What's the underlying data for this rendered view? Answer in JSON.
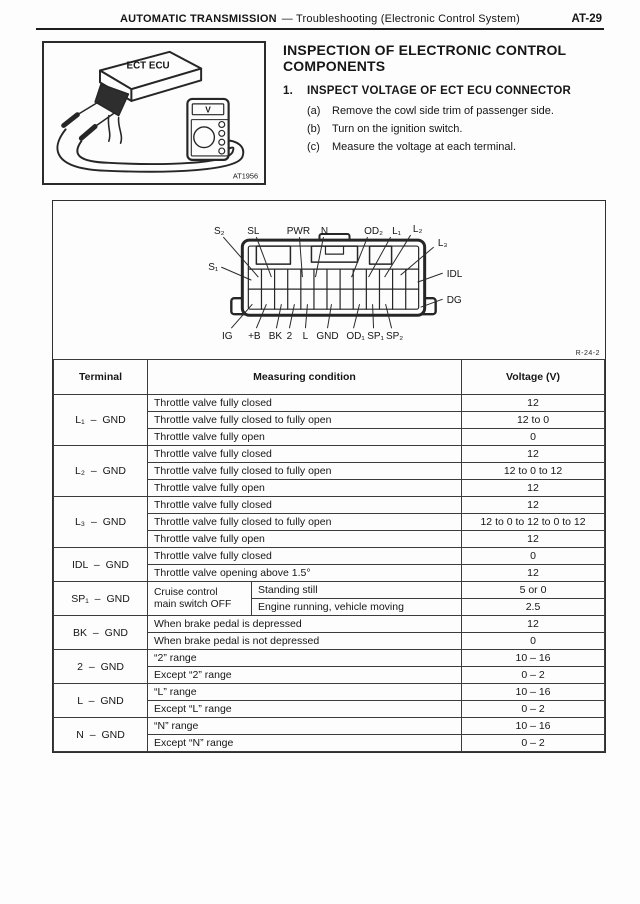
{
  "page_header": {
    "section": "AUTOMATIC TRANSMISSION",
    "subtitle": "— Troubleshooting (Electronic Control System)",
    "page_number": "AT-29"
  },
  "figure": {
    "device_label": "ECT ECU",
    "meter_label": "V",
    "code": "AT1956"
  },
  "content": {
    "title": "INSPECTION OF ELECTRONIC CONTROL COMPONENTS",
    "step_number": "1.",
    "step_heading": "INSPECT VOLTAGE OF ECT ECU CONNECTOR",
    "substeps": [
      {
        "label": "(a)",
        "text": "Remove the cowl side trim of passenger side."
      },
      {
        "label": "(b)",
        "text": "Turn on the ignition switch."
      },
      {
        "label": "(c)",
        "text": "Measure the voltage at each terminal."
      }
    ]
  },
  "diagram": {
    "code": "R-24-2",
    "pins": [
      {
        "label": "S₂"
      },
      {
        "label": "SL"
      },
      {
        "label": "PWR"
      },
      {
        "label": "N"
      },
      {
        "label": "OD₂"
      },
      {
        "label": "L₁"
      },
      {
        "label": "L₂"
      },
      {
        "label": "L₃"
      },
      {
        "label": "S₁"
      },
      {
        "label": "IDL"
      },
      {
        "label": "DG"
      },
      {
        "label": "IG"
      },
      {
        "label": "+B"
      },
      {
        "label": "BK"
      },
      {
        "label": "2"
      },
      {
        "label": "L"
      },
      {
        "label": "GND"
      },
      {
        "label": "OD₁"
      },
      {
        "label": "SP₁"
      },
      {
        "label": "SP₂"
      }
    ]
  },
  "table": {
    "headers": [
      "Terminal",
      "Measuring condition",
      "Voltage (V)"
    ],
    "groups": [
      {
        "terminal": "L₁ – GND",
        "rows": [
          [
            "Throttle valve fully closed",
            "12"
          ],
          [
            "Throttle valve fully closed to fully open",
            "12 to 0"
          ],
          [
            "Throttle valve fully open",
            "0"
          ]
        ]
      },
      {
        "terminal": "L₂ – GND",
        "rows": [
          [
            "Throttle valve fully closed",
            "12"
          ],
          [
            "Throttle valve fully closed to fully open",
            "12 to 0 to 12"
          ],
          [
            "Throttle valve fully open",
            "12"
          ]
        ]
      },
      {
        "terminal": "L₃ – GND",
        "rows": [
          [
            "Throttle valve fully closed",
            "12"
          ],
          [
            "Throttle valve fully closed to fully open",
            "12 to 0 to 12 to 0 to 12"
          ],
          [
            "Throttle valve fully open",
            "12"
          ]
        ]
      },
      {
        "terminal": "IDL – GND",
        "rows": [
          [
            "Throttle valve fully closed",
            "0"
          ],
          [
            "Throttle valve opening above 1.5°",
            "12"
          ]
        ]
      },
      {
        "terminal": "SP₁ – GND",
        "sub_label": "Cruise control\nmain switch OFF",
        "rows": [
          [
            "Standing still",
            "5 or 0"
          ],
          [
            "Engine running, vehicle moving",
            "2.5"
          ]
        ]
      },
      {
        "terminal": "BK – GND",
        "rows": [
          [
            "When brake pedal is depressed",
            "12"
          ],
          [
            "When brake pedal is not depressed",
            "0"
          ]
        ]
      },
      {
        "terminal": "2 – GND",
        "rows": [
          [
            "“2” range",
            "10 – 16"
          ],
          [
            "Except “2” range",
            "0 – 2"
          ]
        ]
      },
      {
        "terminal": "L – GND",
        "rows": [
          [
            "“L” range",
            "10 – 16"
          ],
          [
            "Except “L” range",
            "0 – 2"
          ]
        ]
      },
      {
        "terminal": "N – GND",
        "rows": [
          [
            "“N” range",
            "10 – 16"
          ],
          [
            "Except “N” range",
            "0 – 2"
          ]
        ]
      }
    ]
  }
}
